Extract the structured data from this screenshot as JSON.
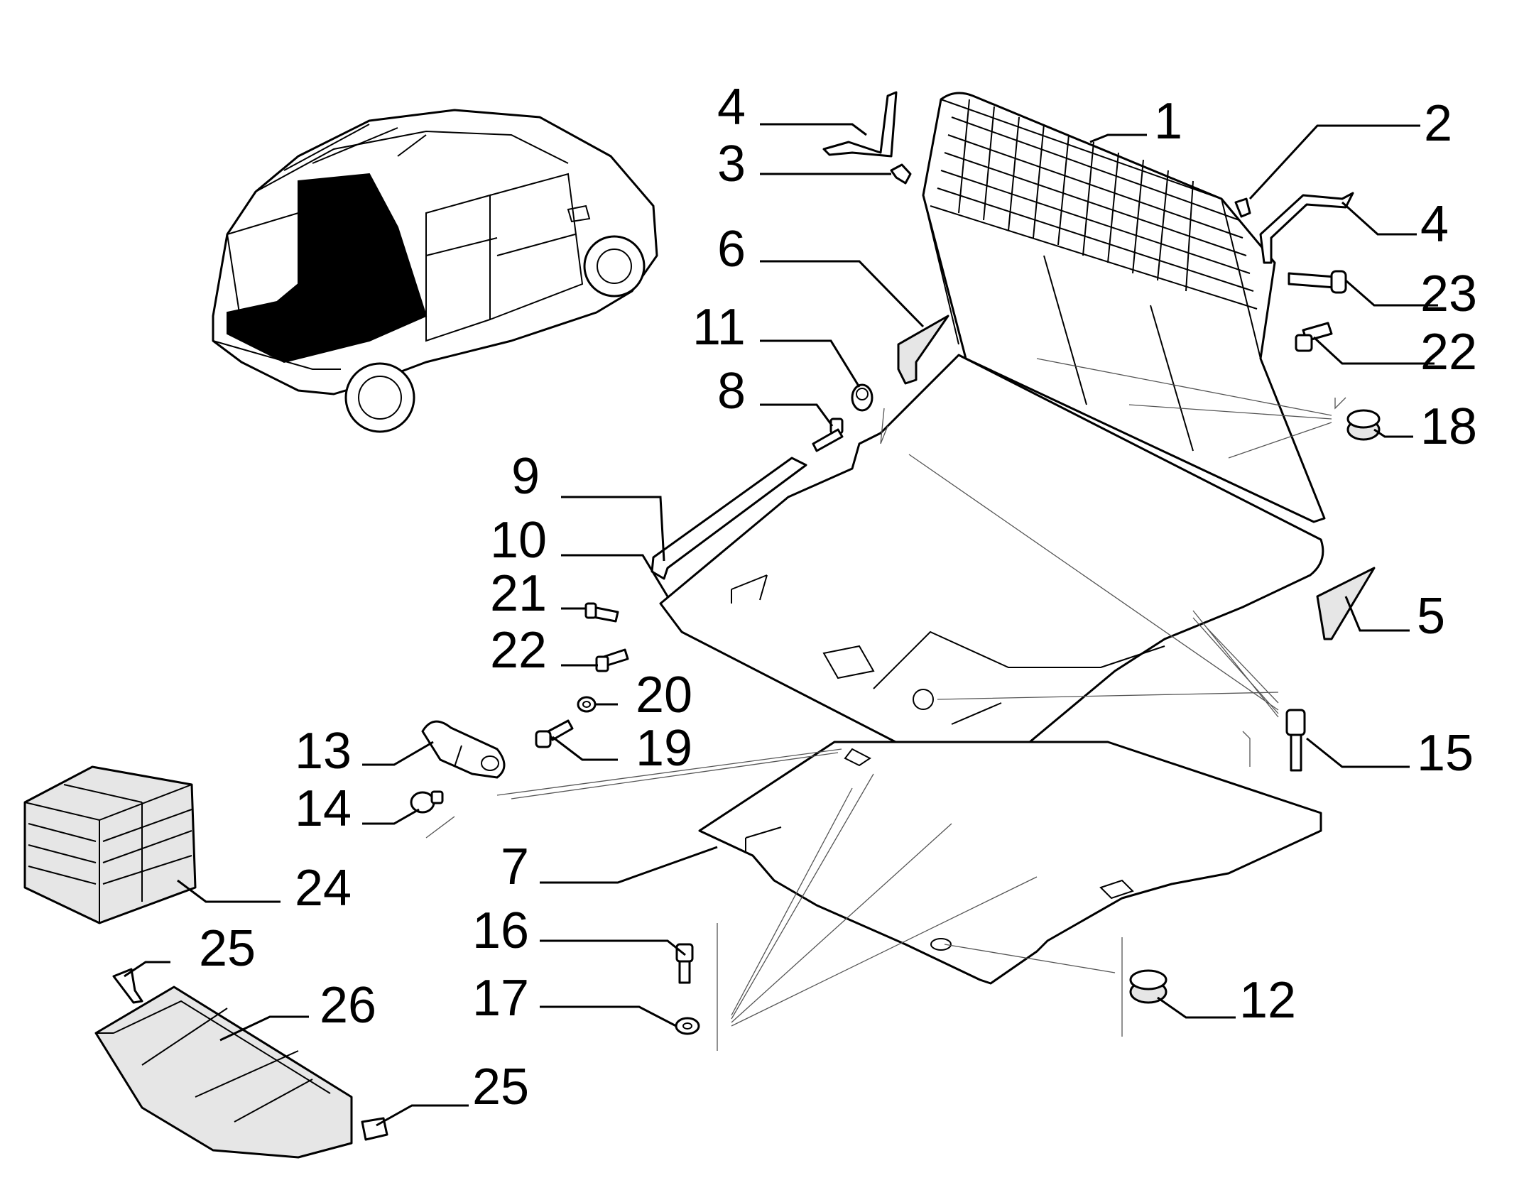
{
  "labels": [
    {
      "id": "1",
      "text": "1"
    },
    {
      "id": "2",
      "text": "2"
    },
    {
      "id": "3",
      "text": "3"
    },
    {
      "id": "4a",
      "text": "4"
    },
    {
      "id": "4b",
      "text": "4"
    },
    {
      "id": "5",
      "text": "5"
    },
    {
      "id": "6",
      "text": "6"
    },
    {
      "id": "7",
      "text": "7"
    },
    {
      "id": "8",
      "text": "8"
    },
    {
      "id": "9",
      "text": "9"
    },
    {
      "id": "10",
      "text": "10"
    },
    {
      "id": "11",
      "text": "11"
    },
    {
      "id": "12",
      "text": "12"
    },
    {
      "id": "13",
      "text": "13"
    },
    {
      "id": "14",
      "text": "14"
    },
    {
      "id": "15",
      "text": "15"
    },
    {
      "id": "16",
      "text": "16"
    },
    {
      "id": "17",
      "text": "17"
    },
    {
      "id": "18",
      "text": "18"
    },
    {
      "id": "19",
      "text": "19"
    },
    {
      "id": "20",
      "text": "20"
    },
    {
      "id": "21",
      "text": "21"
    },
    {
      "id": "22a",
      "text": "22"
    },
    {
      "id": "22b",
      "text": "22"
    },
    {
      "id": "23",
      "text": "23"
    },
    {
      "id": "24",
      "text": "24"
    },
    {
      "id": "25a",
      "text": "25"
    },
    {
      "id": "25b",
      "text": "25"
    },
    {
      "id": "26",
      "text": "26"
    }
  ]
}
